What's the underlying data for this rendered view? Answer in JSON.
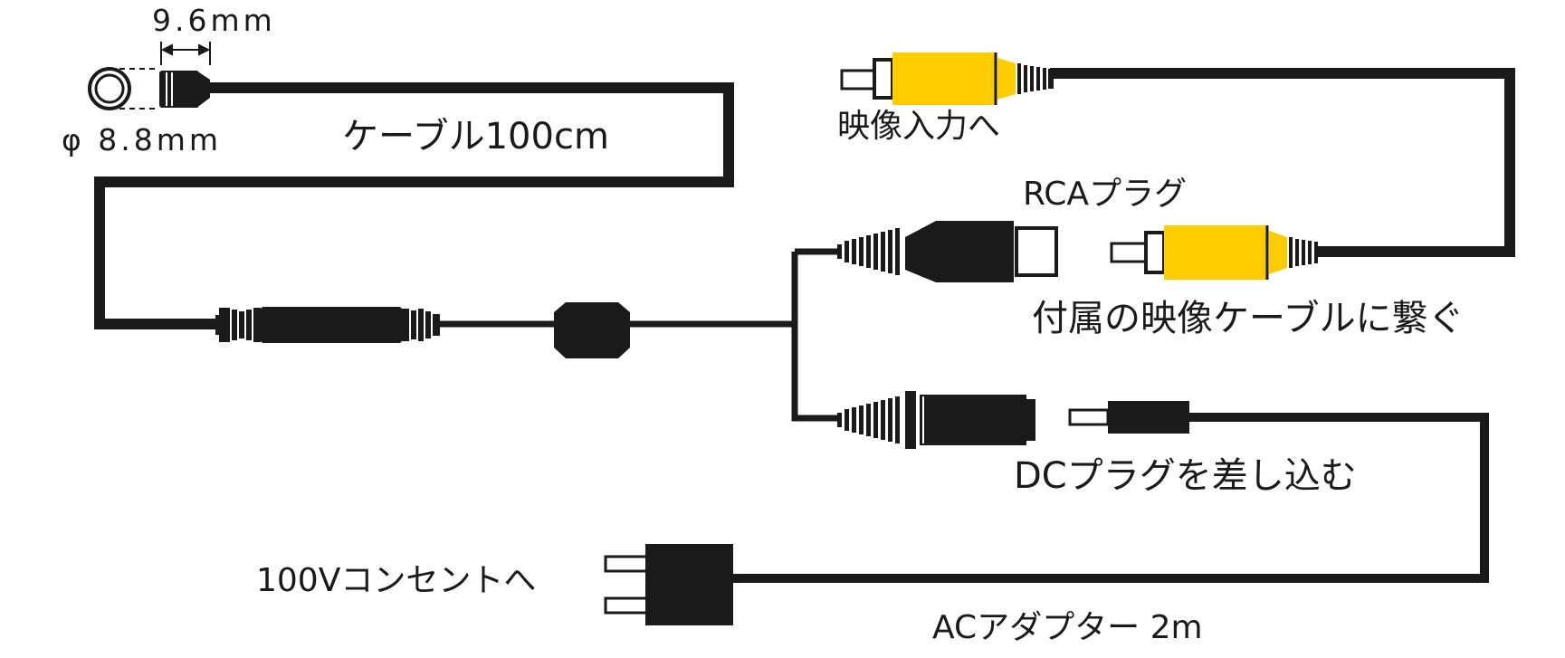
{
  "labels": {
    "lens_width": "9.6mm",
    "lens_diameter": "φ 8.8mm",
    "camera_cable": "ケーブル100cm",
    "video_input": "映像入力へ",
    "rca_plug": "RCAプラグ",
    "connect_video_cable": "付属の映像ケーブルに繋ぐ",
    "dc_plug": "DCプラグを差し込む",
    "outlet": "100Vコンセントへ",
    "ac_adapter": "ACアダプター 2m"
  },
  "colors": {
    "ink": "#1a1a1a",
    "rca_yellow": "#ffcc00",
    "background": "#ffffff"
  }
}
